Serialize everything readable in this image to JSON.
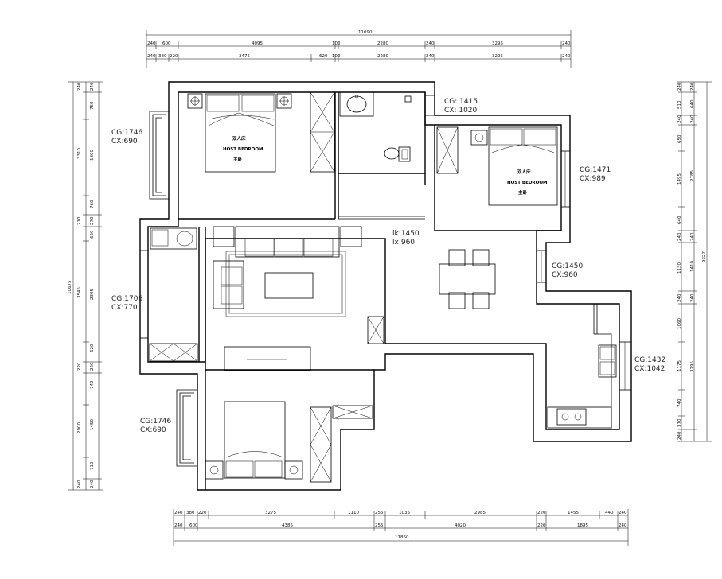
{
  "dimensions": {
    "top_total": "11090",
    "top_row1": [
      "240",
      "600",
      "4095",
      "100",
      "2280",
      "240",
      "3295",
      "240"
    ],
    "top_row2": [
      "240",
      "380",
      "220",
      "3475",
      "620",
      "100",
      "2280",
      "240",
      "3295",
      "240"
    ],
    "bottom_total": "11860",
    "bottom_row1": [
      "240",
      "380",
      "220",
      "3275",
      "1110",
      "255",
      "1035",
      "2985",
      "220",
      "1455",
      "440",
      "240"
    ],
    "bottom_row2": [
      "240",
      "600",
      "4385",
      "255",
      "4020",
      "220",
      "1895",
      "240"
    ],
    "left_total": "10675",
    "left_outer": [
      "3310",
      "3545",
      "2900"
    ],
    "left_mid": [
      "240",
      "750",
      "1800",
      "760",
      "270",
      "620",
      "2305",
      "620",
      "220",
      "740",
      "1450",
      "710",
      "240"
    ],
    "left_inner": [
      "240",
      "240",
      "270",
      "220",
      "220",
      "240"
    ],
    "right_total": "9327",
    "right_outer": [
      "640",
      "2785",
      "1410",
      "3295"
    ],
    "right_mid": [
      "240",
      "510",
      "240",
      "650",
      "1495",
      "640",
      "240",
      "1130",
      "240",
      "1060",
      "1175",
      "740",
      "370",
      "240"
    ],
    "right_inner": [
      "240",
      "240",
      "240",
      "240"
    ]
  },
  "windows": [
    {
      "cg": "CG:1746",
      "cx": "CX:690"
    },
    {
      "cg": "CG: 1415",
      "cx": "CX: 1020"
    },
    {
      "cg": "CG:1471",
      "cx": "CX:989"
    },
    {
      "cg": "lk:1450",
      "cx": "lx:960"
    },
    {
      "cg": "CG:1706",
      "cx": "CX:770"
    },
    {
      "cg": "CG:1450",
      "cx": "CX:960"
    },
    {
      "cg": "CG:1432",
      "cx": "CX:1042"
    },
    {
      "cg": "CG:1746",
      "cx": "CX:690"
    }
  ],
  "rooms": {
    "master": {
      "cn_small": "双人床",
      "en": "HOST BEDROOM",
      "cn": "主卧"
    },
    "second": {
      "cn_small": "双人床",
      "en": "HOST BEDROOM",
      "cn": "主卧"
    }
  }
}
